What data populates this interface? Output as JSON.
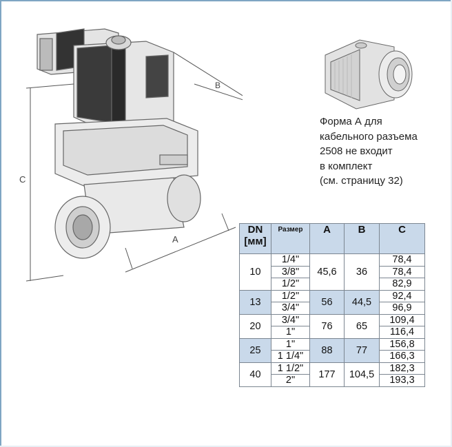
{
  "labels": {
    "dim_a": "A",
    "dim_b": "B",
    "dim_c": "C"
  },
  "note_lines": [
    "Форма А для",
    "кабельного разъема",
    "2508 не входит",
    "в комплект",
    "(см. страницу 32)"
  ],
  "table": {
    "headers": [
      "DN [мм]",
      "Размер",
      "A",
      "B",
      "C"
    ],
    "groups": [
      {
        "dn": "10",
        "a": "45,6",
        "b": "36",
        "rows": [
          {
            "size": "1/4\"",
            "c": "78,4"
          },
          {
            "size": "3/8\"",
            "c": "78,4"
          },
          {
            "size": "1/2\"",
            "c": "82,9"
          }
        ]
      },
      {
        "dn": "13",
        "a": "56",
        "b": "44,5",
        "rows": [
          {
            "size": "1/2\"",
            "c": "92,4"
          },
          {
            "size": "3/4\"",
            "c": "96,9"
          }
        ]
      },
      {
        "dn": "20",
        "a": "76",
        "b": "65",
        "rows": [
          {
            "size": "3/4\"",
            "c": "109,4"
          },
          {
            "size": "1\"",
            "c": "116,4"
          }
        ]
      },
      {
        "dn": "25",
        "a": "88",
        "b": "77",
        "rows": [
          {
            "size": "1\"",
            "c": "156,8"
          },
          {
            "size": "1 1/4\"",
            "c": "166,3"
          }
        ]
      },
      {
        "dn": "40",
        "a": "177",
        "b": "104,5",
        "rows": [
          {
            "size": "1 1/2\"",
            "c": "182,3"
          },
          {
            "size": "2\"",
            "c": "193,3"
          }
        ]
      }
    ]
  }
}
